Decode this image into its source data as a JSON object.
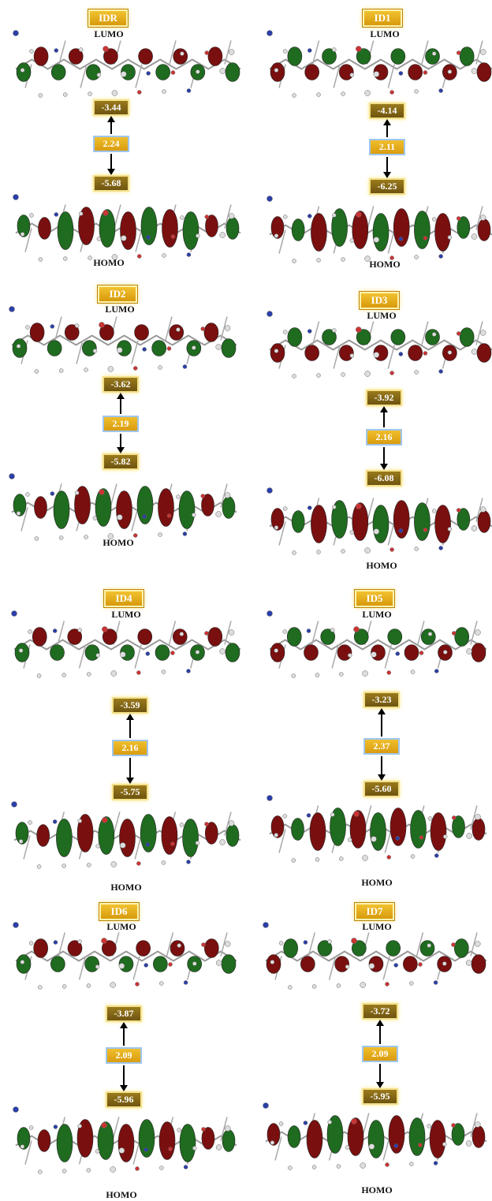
{
  "colors": {
    "lobe_red": "#7a0f0f",
    "lobe_green": "#1f6b1f",
    "label_gold": "#e0a818",
    "energy_box": "#7f6314",
    "gap_border": "#9fc6ef"
  },
  "labels": {
    "lumo": "LUMO",
    "homo": "HOMO"
  },
  "panels": [
    {
      "id": "IDR",
      "lumo": "-3.44",
      "gap": "2.24",
      "homo": "-5.68"
    },
    {
      "id": "ID1",
      "lumo": "-4.14",
      "gap": "2.11",
      "homo": "-6.25"
    },
    {
      "id": "ID2",
      "lumo": "-3.62",
      "gap": "2.19",
      "homo": "-5.82"
    },
    {
      "id": "ID3",
      "lumo": "-3.92",
      "gap": "2.16",
      "homo": "-6.08"
    },
    {
      "id": "ID4",
      "lumo": "-3.59",
      "gap": "2.16",
      "homo": "-5.75"
    },
    {
      "id": "ID5",
      "lumo": "-3.23",
      "gap": "2.37",
      "homo": "-5.60"
    },
    {
      "id": "ID6",
      "lumo": "-3.87",
      "gap": "2.09",
      "homo": "-5.96"
    },
    {
      "id": "ID7",
      "lumo": "-3.72",
      "gap": "2.09",
      "homo": "-5.95"
    }
  ]
}
